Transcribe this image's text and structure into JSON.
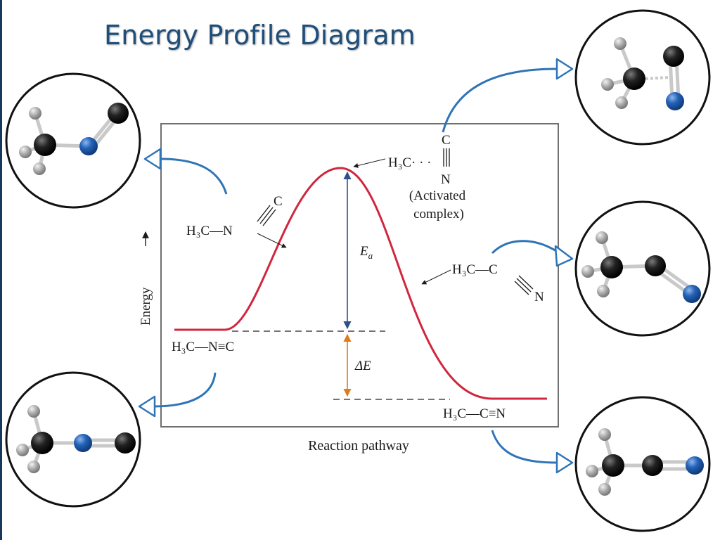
{
  "title": "Energy Profile Diagram",
  "diagram": {
    "y_axis_label": "Energy",
    "x_axis_label": "Reaction pathway",
    "ea_symbol": "E",
    "ea_subscript": "a",
    "delta_e_symbol": "ΔE",
    "activated_complex": [
      "(Activated",
      "complex)"
    ],
    "reactant_formula": "H₃C—N≡C",
    "product_formula": "H₃C—C≡N",
    "intermediate_left_formula": "H₃C—N",
    "intermediate_left_c": "C",
    "intermediate_right_formula": "H₃C—C",
    "intermediate_right_n": "N",
    "ts_formula": "H₃C· · ·",
    "ts_c": "C",
    "ts_n": "N"
  },
  "colors": {
    "curve": "#d0273e",
    "ea_arrow": "#2e4f8e",
    "delta_e_arrow": "#e07b1a",
    "callout_arrow": "#2f74b6",
    "title": "#1f4e79",
    "carbon": "#111111",
    "nitrogen": "#1f5fb3",
    "hydrogen": "#a9a9a9"
  }
}
